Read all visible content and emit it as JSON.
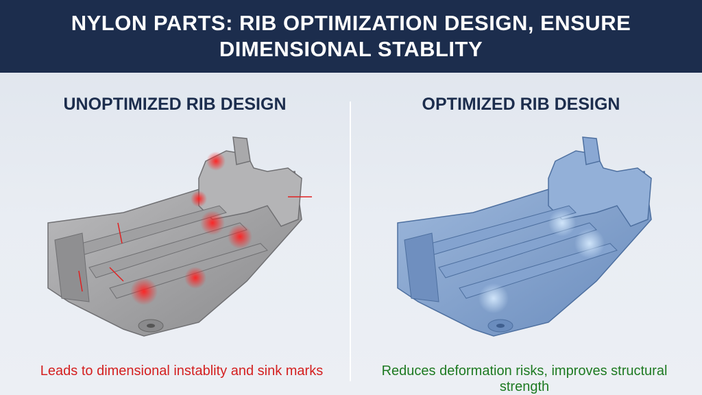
{
  "header": {
    "title_line1": "NYLON PARTS: RIB OPTIMIZATION DESIGN, ENSURE",
    "title_line2": "DIMENSIONAL STABLITY"
  },
  "left_panel": {
    "title": "UNOPTIMIZED RIB DESIGN",
    "caption": "Leads to dimensional instablity and sink marks",
    "part_color": "#9a9a9c",
    "highlight_color": "#ff1a1a"
  },
  "right_panel": {
    "title": "OPTIMIZED RIB DESIGN",
    "caption": "Reduces deformation risks, improves structural strength",
    "part_color": "#7b9cc8",
    "highlight_color": "#cfe6ff"
  }
}
